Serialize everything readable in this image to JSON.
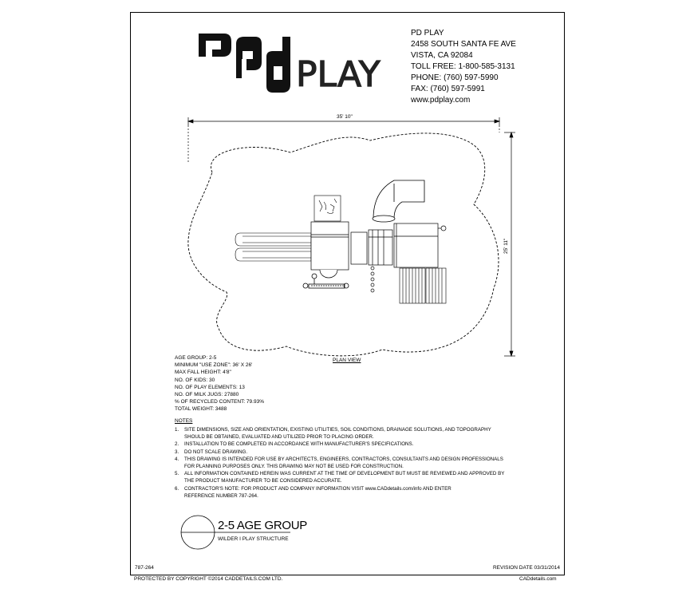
{
  "brand": {
    "logo_text": "PLAY"
  },
  "company": {
    "name": "PD PLAY",
    "address1": "2458 SOUTH SANTA FE AVE",
    "address2": "VISTA, CA 92084",
    "toll_free": "TOLL FREE: 1-800-585-3131",
    "phone": "PHONE: (760) 597-5990",
    "fax": "FAX: (760) 597-5991",
    "website": "www.pdplay.com"
  },
  "dimensions": {
    "width": "35' 10\"",
    "height": "25' 11\""
  },
  "plan_label": "PLAN VIEW",
  "specs": [
    "AGE GROUP: 2-5",
    "MINIMUM \"USE ZONE\":  36' X 26'",
    "MAX FALL HEIGHT:  4'8\"",
    "NO. OF KIDS:  30",
    "NO. OF PLAY ELEMENTS:  13",
    "NO. OF MILK JUGS:  27880",
    "% OF RECYCLED CONTENT:  79.93%",
    "TOTAL WEIGHT: 3488"
  ],
  "notes_title": "NOTES",
  "notes": [
    {
      "num": "1.",
      "lines": [
        "SITE DIMENSIONS, SIZE AND ORIENTATION, EXISTING UTILITIES, SOIL CONDITIONS, DRAINAGE SOLUTIONS, AND TOPOGRAPHY",
        "SHOULD BE OBTAINED, EVALUATED AND UTILIZED PRIOR TO PLACING ORDER."
      ]
    },
    {
      "num": "2.",
      "lines": [
        "INSTALLATION TO BE COMPLETED IN ACCORDANCE WITH MANUFACTURER'S SPECIFICATIONS."
      ]
    },
    {
      "num": "3.",
      "lines": [
        "DO NOT SCALE DRAWING."
      ]
    },
    {
      "num": "4.",
      "lines": [
        "THIS DRAWING IS INTENDED FOR USE BY ARCHITECTS, ENGINEERS, CONTRACTORS, CONSULTANTS AND DESIGN PROFESSIONALS",
        "FOR PLANNING PURPOSES ONLY.  THIS DRAWING MAY NOT BE USED FOR CONSTRUCTION."
      ]
    },
    {
      "num": "5.",
      "lines": [
        "ALL INFORMATION CONTAINED HEREIN WAS CURRENT AT THE TIME OF DEVELOPMENT BUT MUST BE REVIEWED AND APPROVED BY",
        "THE PRODUCT MANUFACTURER TO BE CONSIDERED ACCURATE."
      ]
    },
    {
      "num": "6.",
      "lines": [
        "CONTRACTOR'S NOTE: FOR PRODUCT AND COMPANY INFORMATION VISIT www.CADdetails.com/info AND ENTER",
        "REFERENCE NUMBER 787-264."
      ]
    }
  ],
  "title_block": {
    "title": "2-5 AGE GROUP",
    "subtitle": "WILDER I PLAY STRUCTURE"
  },
  "reference_number": "787-264",
  "revision_date": "REVISION DATE 03/31/2014",
  "footer": {
    "copyright": "PROTECTED BY COPYRIGHT ©2014 CADDETAILS.COM LTD.",
    "brand": "CADdetails.com"
  }
}
